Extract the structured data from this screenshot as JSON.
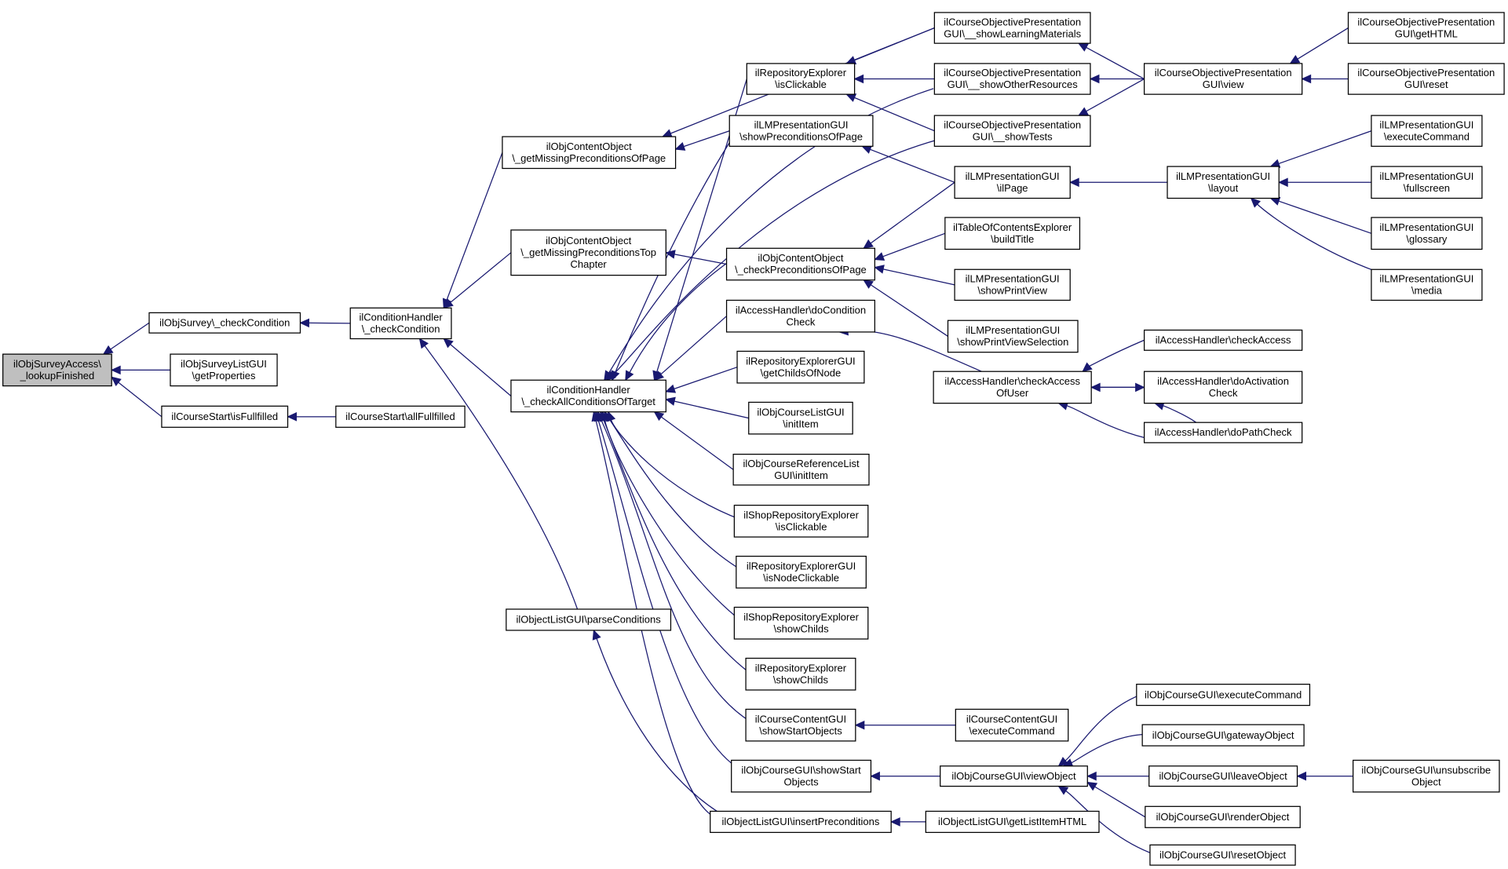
{
  "diagram": {
    "type": "call-graph",
    "colors": {
      "edge": "#191970",
      "node_border": "#000000",
      "root_fill": "#bfbfbf",
      "node_fill": "#ffffff"
    },
    "nodes": [
      {
        "id": "n0",
        "lines": [
          "ilObjSurveyAccess\\",
          "_lookupFinished"
        ]
      },
      {
        "id": "n1",
        "lines": [
          "ilObjSurvey\\_checkCondition"
        ]
      },
      {
        "id": "n2",
        "lines": [
          "ilObjSurveyListGUI",
          "\\getProperties"
        ]
      },
      {
        "id": "n3",
        "lines": [
          "ilCourseStart\\isFullfilled"
        ]
      },
      {
        "id": "n4",
        "lines": [
          "ilConditionHandler",
          "\\_checkCondition"
        ]
      },
      {
        "id": "n5",
        "lines": [
          "ilCourseStart\\allFullfilled"
        ]
      },
      {
        "id": "n6",
        "lines": [
          "ilObjContentObject",
          "\\_getMissingPreconditionsOfPage"
        ]
      },
      {
        "id": "n7",
        "lines": [
          "ilObjContentObject",
          "\\_getMissingPreconditionsTop",
          "Chapter"
        ]
      },
      {
        "id": "n8",
        "lines": [
          "ilConditionHandler",
          "\\_checkAllConditionsOfTarget"
        ]
      },
      {
        "id": "n9",
        "lines": [
          "ilObjectListGUI\\parseConditions"
        ]
      },
      {
        "id": "n10",
        "lines": [
          "ilRepositoryExplorer",
          "\\isClickable"
        ]
      },
      {
        "id": "n11",
        "lines": [
          "ilLMPresentationGUI",
          "\\showPreconditionsOfPage"
        ]
      },
      {
        "id": "n12",
        "lines": [
          "ilObjContentObject",
          "\\_checkPreconditionsOfPage"
        ]
      },
      {
        "id": "n13",
        "lines": [
          "ilAccessHandler\\doCondition",
          "Check"
        ]
      },
      {
        "id": "n14",
        "lines": [
          "ilRepositoryExplorerGUI",
          "\\getChildsOfNode"
        ]
      },
      {
        "id": "n15",
        "lines": [
          "ilObjCourseListGUI",
          "\\initItem"
        ]
      },
      {
        "id": "n16",
        "lines": [
          "ilObjCourseReferenceList",
          "GUI\\initItem"
        ]
      },
      {
        "id": "n17",
        "lines": [
          "ilShopRepositoryExplorer",
          "\\isClickable"
        ]
      },
      {
        "id": "n18",
        "lines": [
          "ilRepositoryExplorerGUI",
          "\\isNodeClickable"
        ]
      },
      {
        "id": "n19",
        "lines": [
          "ilShopRepositoryExplorer",
          "\\showChilds"
        ]
      },
      {
        "id": "n20",
        "lines": [
          "ilRepositoryExplorer",
          "\\showChilds"
        ]
      },
      {
        "id": "n21",
        "lines": [
          "ilCourseContentGUI",
          "\\showStartObjects"
        ]
      },
      {
        "id": "n22",
        "lines": [
          "ilObjCourseGUI\\showStart",
          "Objects"
        ]
      },
      {
        "id": "n23",
        "lines": [
          "ilObjectListGUI\\insertPreconditions"
        ]
      },
      {
        "id": "n24",
        "lines": [
          "ilCourseObjectivePresentation",
          "GUI\\__showLearningMaterials"
        ]
      },
      {
        "id": "n25",
        "lines": [
          "ilCourseObjectivePresentation",
          "GUI\\__showOtherResources"
        ]
      },
      {
        "id": "n26",
        "lines": [
          "ilCourseObjectivePresentation",
          "GUI\\__showTests"
        ]
      },
      {
        "id": "n27",
        "lines": [
          "ilLMPresentationGUI",
          "\\ilPage"
        ]
      },
      {
        "id": "n28",
        "lines": [
          "ilTableOfContentsExplorer",
          "\\buildTitle"
        ]
      },
      {
        "id": "n29",
        "lines": [
          "ilLMPresentationGUI",
          "\\showPrintView"
        ]
      },
      {
        "id": "n30",
        "lines": [
          "ilLMPresentationGUI",
          "\\showPrintViewSelection"
        ]
      },
      {
        "id": "n31",
        "lines": [
          "ilAccessHandler\\checkAccess",
          "OfUser"
        ]
      },
      {
        "id": "n32",
        "lines": [
          "ilCourseContentGUI",
          "\\executeCommand"
        ]
      },
      {
        "id": "n33",
        "lines": [
          "ilObjCourseGUI\\viewObject"
        ]
      },
      {
        "id": "n34",
        "lines": [
          "ilObjectListGUI\\getListItemHTML"
        ]
      },
      {
        "id": "n35",
        "lines": [
          "ilCourseObjectivePresentation",
          "GUI\\view"
        ]
      },
      {
        "id": "n36",
        "lines": [
          "ilLMPresentationGUI",
          "\\layout"
        ]
      },
      {
        "id": "n37",
        "lines": [
          "ilAccessHandler\\checkAccess"
        ]
      },
      {
        "id": "n38",
        "lines": [
          "ilAccessHandler\\doActivation",
          "Check"
        ]
      },
      {
        "id": "n39",
        "lines": [
          "ilAccessHandler\\doPathCheck"
        ]
      },
      {
        "id": "n40",
        "lines": [
          "ilObjCourseGUI\\executeCommand"
        ]
      },
      {
        "id": "n41",
        "lines": [
          "ilObjCourseGUI\\gatewayObject"
        ]
      },
      {
        "id": "n42",
        "lines": [
          "ilObjCourseGUI\\leaveObject"
        ]
      },
      {
        "id": "n43",
        "lines": [
          "ilObjCourseGUI\\renderObject"
        ]
      },
      {
        "id": "n44",
        "lines": [
          "ilObjCourseGUI\\resetObject"
        ]
      },
      {
        "id": "n45",
        "lines": [
          "ilCourseObjectivePresentation",
          "GUI\\getHTML"
        ]
      },
      {
        "id": "n46",
        "lines": [
          "ilCourseObjectivePresentation",
          "GUI\\reset"
        ]
      },
      {
        "id": "n47",
        "lines": [
          "ilLMPresentationGUI",
          "\\executeCommand"
        ]
      },
      {
        "id": "n48",
        "lines": [
          "ilLMPresentationGUI",
          "\\fullscreen"
        ]
      },
      {
        "id": "n49",
        "lines": [
          "ilLMPresentationGUI",
          "\\glossary"
        ]
      },
      {
        "id": "n50",
        "lines": [
          "ilLMPresentationGUI",
          "\\media"
        ]
      },
      {
        "id": "n51",
        "lines": [
          "ilObjCourseGUI\\unsubscribe",
          "Object"
        ]
      }
    ],
    "edges": [
      [
        "n1",
        "n0"
      ],
      [
        "n2",
        "n0"
      ],
      [
        "n3",
        "n0"
      ],
      [
        "n4",
        "n1"
      ],
      [
        "n5",
        "n3"
      ],
      [
        "n6",
        "n4"
      ],
      [
        "n7",
        "n4"
      ],
      [
        "n8",
        "n4"
      ],
      [
        "n9",
        "n4"
      ],
      [
        "n11",
        "n6"
      ],
      [
        "n24",
        "n6"
      ],
      [
        "n12",
        "n7"
      ],
      [
        "n10",
        "n8"
      ],
      [
        "n11",
        "n8"
      ],
      [
        "n12",
        "n8"
      ],
      [
        "n13",
        "n8"
      ],
      [
        "n14",
        "n8"
      ],
      [
        "n15",
        "n8"
      ],
      [
        "n16",
        "n8"
      ],
      [
        "n17",
        "n8"
      ],
      [
        "n18",
        "n8"
      ],
      [
        "n19",
        "n8"
      ],
      [
        "n20",
        "n8"
      ],
      [
        "n21",
        "n8"
      ],
      [
        "n22",
        "n8"
      ],
      [
        "n23",
        "n8"
      ],
      [
        "n25",
        "n8"
      ],
      [
        "n26",
        "n8"
      ],
      [
        "n23",
        "n9"
      ],
      [
        "n24",
        "n10"
      ],
      [
        "n25",
        "n10"
      ],
      [
        "n26",
        "n10"
      ],
      [
        "n27",
        "n11"
      ],
      [
        "n27",
        "n12"
      ],
      [
        "n28",
        "n12"
      ],
      [
        "n29",
        "n12"
      ],
      [
        "n30",
        "n12"
      ],
      [
        "n31",
        "n13"
      ],
      [
        "n32",
        "n21"
      ],
      [
        "n33",
        "n22"
      ],
      [
        "n34",
        "n23"
      ],
      [
        "n35",
        "n24"
      ],
      [
        "n35",
        "n25"
      ],
      [
        "n35",
        "n26"
      ],
      [
        "n36",
        "n27"
      ],
      [
        "n37",
        "n31"
      ],
      [
        "n38",
        "n31"
      ],
      [
        "n39",
        "n31"
      ],
      [
        "n31",
        "n38"
      ],
      [
        "n39",
        "n38"
      ],
      [
        "n40",
        "n33"
      ],
      [
        "n41",
        "n33"
      ],
      [
        "n42",
        "n33"
      ],
      [
        "n43",
        "n33"
      ],
      [
        "n44",
        "n33"
      ],
      [
        "n45",
        "n35"
      ],
      [
        "n46",
        "n35"
      ],
      [
        "n47",
        "n36"
      ],
      [
        "n48",
        "n36"
      ],
      [
        "n49",
        "n36"
      ],
      [
        "n50",
        "n36"
      ],
      [
        "n51",
        "n42"
      ]
    ]
  }
}
